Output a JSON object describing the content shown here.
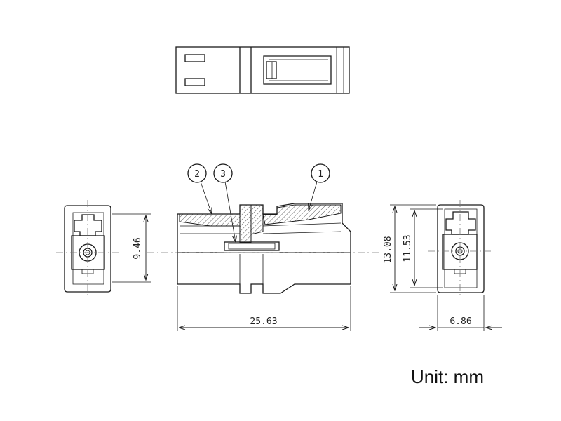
{
  "callouts": [
    "1",
    "2",
    "3"
  ],
  "dimensions": {
    "overall_length": "25.63",
    "left_height": "9.46",
    "right_outer_height": "13.08",
    "right_inner_height": "11.53",
    "right_width": "6.86"
  },
  "unit_label": "Unit: mm"
}
